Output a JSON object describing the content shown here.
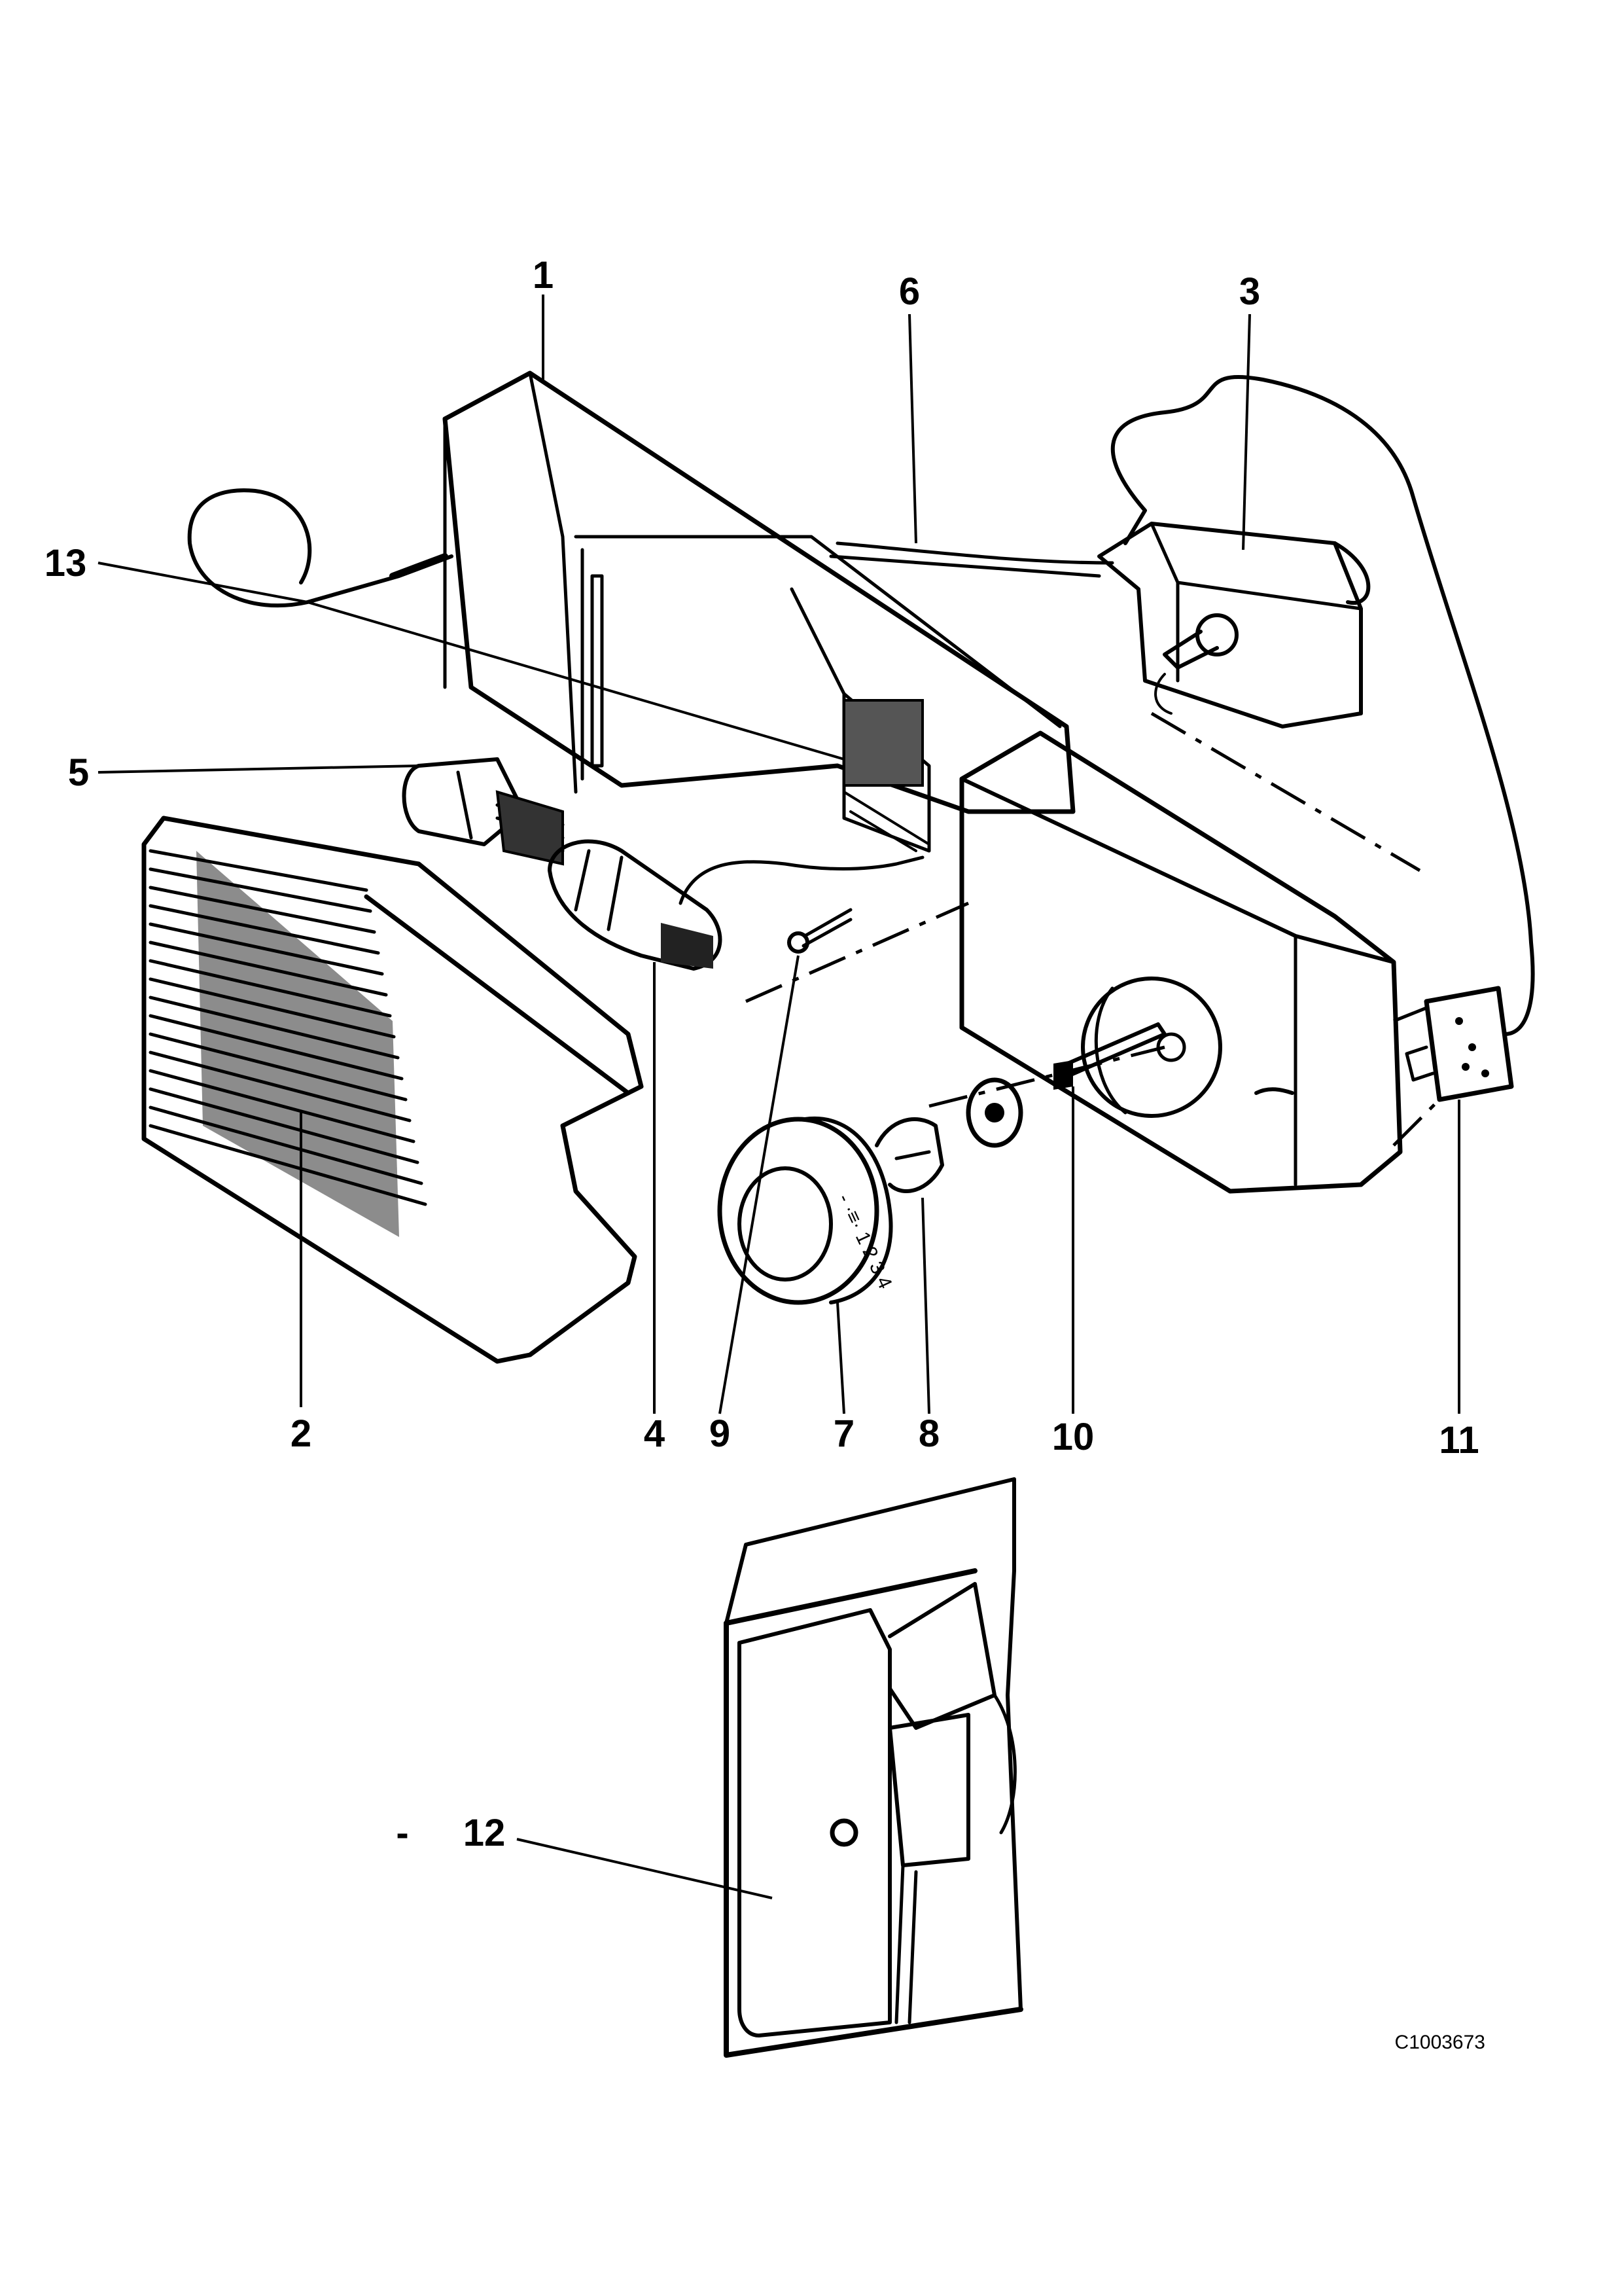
{
  "callouts": [
    {
      "id": "1",
      "label": "1"
    },
    {
      "id": "2",
      "label": "2"
    },
    {
      "id": "3",
      "label": "3"
    },
    {
      "id": "4",
      "label": "4"
    },
    {
      "id": "5",
      "label": "5"
    },
    {
      "id": "6",
      "label": "6"
    },
    {
      "id": "7",
      "label": "7"
    },
    {
      "id": "8",
      "label": "8"
    },
    {
      "id": "9",
      "label": "9"
    },
    {
      "id": "10",
      "label": "10"
    },
    {
      "id": "11",
      "label": "11"
    },
    {
      "id": "12",
      "label": "12"
    },
    {
      "id": "13",
      "label": "13"
    }
  ],
  "dash_mark": "-",
  "drawing_code": "C1003673"
}
